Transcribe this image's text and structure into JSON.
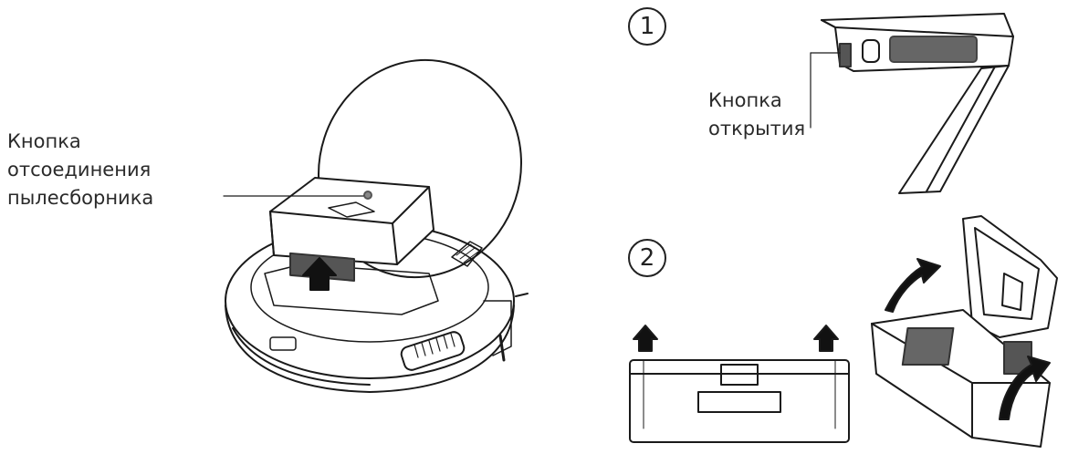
{
  "left_callout": {
    "lines": [
      "Кнопка",
      "отсоединения",
      "пылесборника"
    ]
  },
  "step1": {
    "number": "1",
    "callout_lines": [
      "Кнопка",
      "открытия"
    ]
  },
  "step2": {
    "number": "2"
  }
}
